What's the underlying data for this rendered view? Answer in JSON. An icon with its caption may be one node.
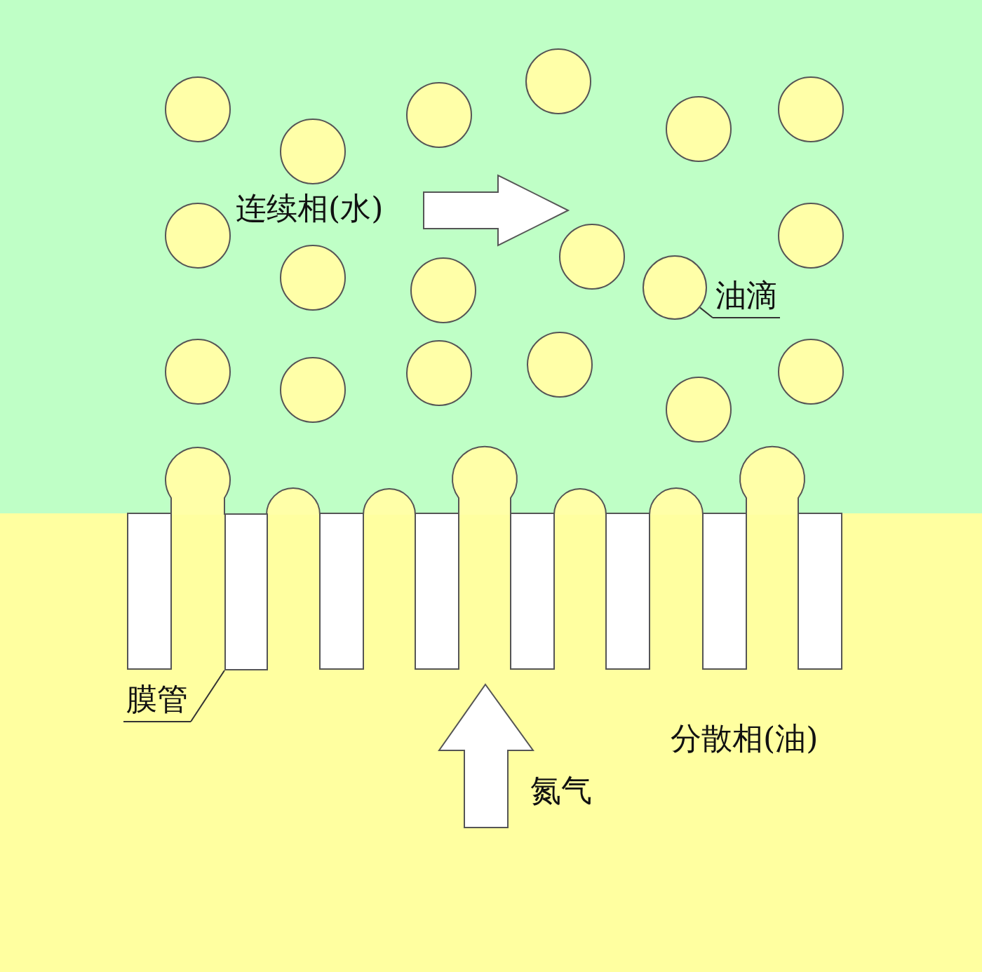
{
  "diagram": {
    "nodes": [
      {
        "text": [
          "油滴"
        ]
      },
      {
        "text": [],
        "shape": "circle"
      },
      {
        "text": [
          "膜管"
        ]
      },
      {
        "text": [],
        "shape": "box"
      }
    ],
    "edges": [
      {
        "from": 0,
        "to": 1,
        "arrow": "none"
      },
      {
        "from": 2,
        "to": 3,
        "arrow": "none"
      }
    ],
    "labels": [
      "连续相(水)",
      "氮气",
      "分散相(油)"
    ]
  }
}
